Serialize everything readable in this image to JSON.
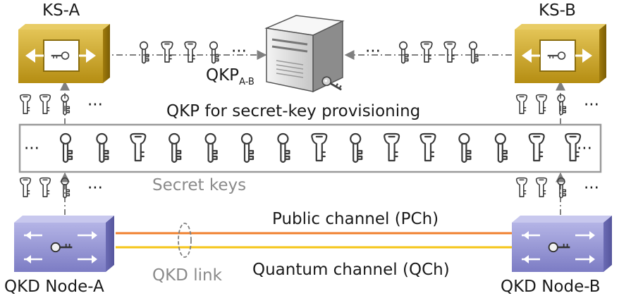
{
  "nodes": {
    "ks_a": {
      "label": "KS-A"
    },
    "ks_b": {
      "label": "KS-B"
    },
    "qkd_a": {
      "label": "QKD Node-A"
    },
    "qkd_b": {
      "label": "QKD Node-B"
    },
    "qkp": {
      "label": "QKP",
      "subscript": "A-B"
    }
  },
  "texts": {
    "provisioning": "QKP for secret-key provisioning",
    "secret_keys": "Secret keys",
    "public_channel": "Public channel (PCh)",
    "quantum_channel": "Quantum channel (QCh)",
    "qkd_link": "QKD link",
    "ellipsis": "···"
  },
  "key_pool": {
    "sequence": [
      "skeleton",
      "skeleton",
      "ornate",
      "skeleton",
      "skeleton",
      "skeleton",
      "skeleton",
      "ornate",
      "skeleton",
      "ornate",
      "ornate",
      "skeleton",
      "skeleton",
      "ornate",
      "ornate"
    ]
  },
  "colors": {
    "ks_gold": "#c9a227",
    "qkd_purple": "#8e8fd0",
    "public_channel": "#f07f2c",
    "quantum_channel": "#f5c518",
    "frame_grey": "#9a9a9a",
    "arrow_grey": "#7f7f7f"
  }
}
